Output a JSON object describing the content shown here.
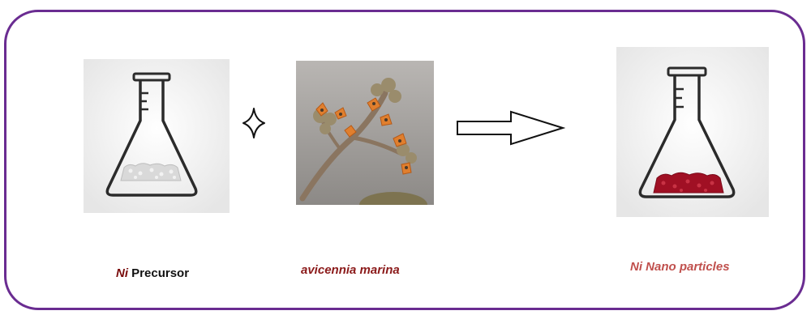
{
  "captions": {
    "precursor_ni": "Ni",
    "precursor_word": "Precursor",
    "plant": "avicennia marina",
    "product": "Ni Nano particles"
  },
  "colors": {
    "frame": "#6a2c91",
    "precursor_powder": "#d9d9d9",
    "nanoparticles": "#a01024",
    "caption_dark_red": "#7a0c0c",
    "caption_light_red": "#c0504d"
  },
  "icons": {
    "plus": "four-point-star-icon",
    "arrow": "right-arrow-icon"
  }
}
